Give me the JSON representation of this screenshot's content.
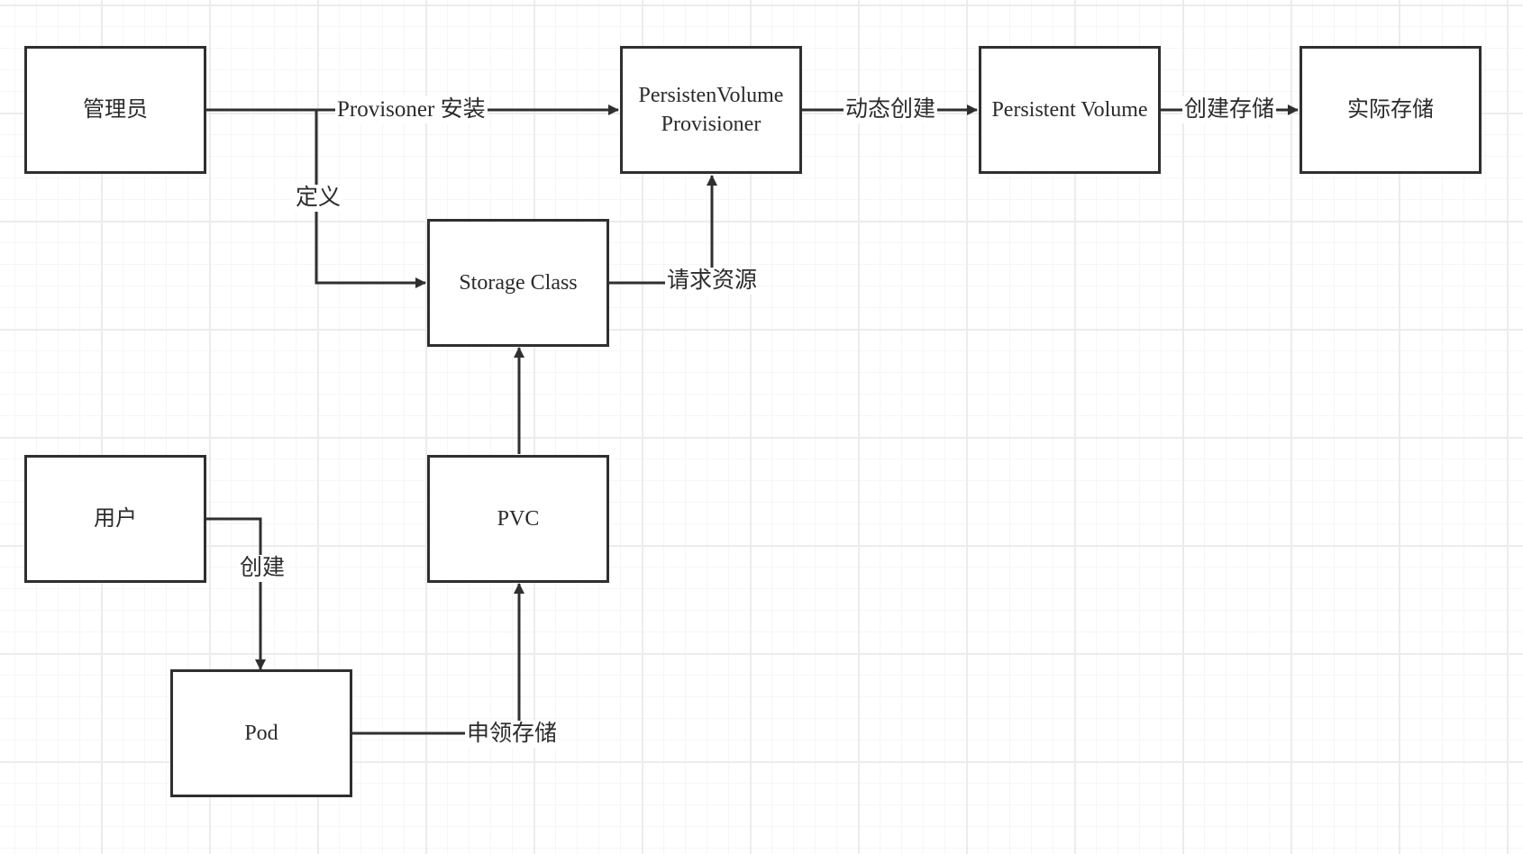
{
  "nodes": {
    "admin": "管理员",
    "provisioner": "PersistenVolume Provisioner",
    "pv": "Persistent Volume",
    "storage": "实际存储",
    "storage_class": "Storage Class",
    "user": "用户",
    "pvc": "PVC",
    "pod": "Pod"
  },
  "edges": {
    "install": "Provisoner 安装",
    "define": "定义",
    "dynamic_create": "动态创建",
    "create_storage": "创建存储",
    "request_resource": "请求资源",
    "create": "创建",
    "claim_storage": "申领存储"
  },
  "colors": {
    "line": "#2f2f2f",
    "text": "#2b2b2b",
    "grid": "#ececec",
    "background": "#ffffff"
  }
}
